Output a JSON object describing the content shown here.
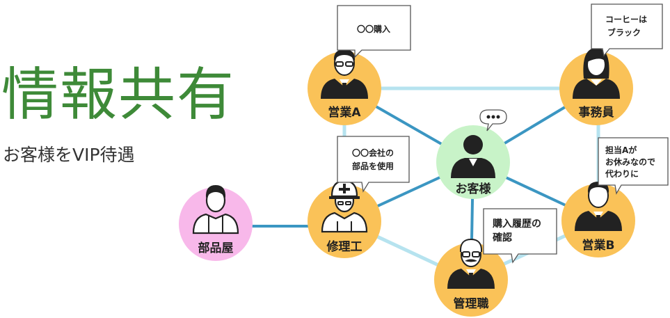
{
  "title": "情報共有",
  "subtitle": "お客様をVIP待遇",
  "colors": {
    "title": "#3e8a38",
    "staff_circle": "#fac258",
    "customer_circle": "#c8f3c8",
    "supplier_circle": "#f8b8ea",
    "line_light": "#b6e3ef",
    "line_dark": "#3b96c2"
  },
  "nodes": {
    "sales_a": {
      "label": "営業A",
      "icon": "businessman-glasses-icon"
    },
    "clerk": {
      "label": "事務員",
      "icon": "office-woman-icon"
    },
    "customer": {
      "label": "お客様",
      "icon": "customer-icon"
    },
    "repair": {
      "label": "修理工",
      "icon": "hardhat-worker-icon"
    },
    "parts": {
      "label": "部品屋",
      "icon": "parts-dealer-icon"
    },
    "sales_b": {
      "label": "営業B",
      "icon": "businessman-icon"
    },
    "manager": {
      "label": "管理職",
      "icon": "manager-mustache-icon"
    }
  },
  "bubbles": {
    "sales_a": [
      "〇〇購入"
    ],
    "clerk": [
      "コーヒーは",
      "ブラック"
    ],
    "customer": [
      "…"
    ],
    "repair": [
      "〇〇会社の",
      "部品を使用"
    ],
    "sales_b": [
      "担当Aが",
      "お休みなので",
      "代わりに"
    ],
    "manager": [
      "購入履歴の",
      "確認"
    ]
  }
}
